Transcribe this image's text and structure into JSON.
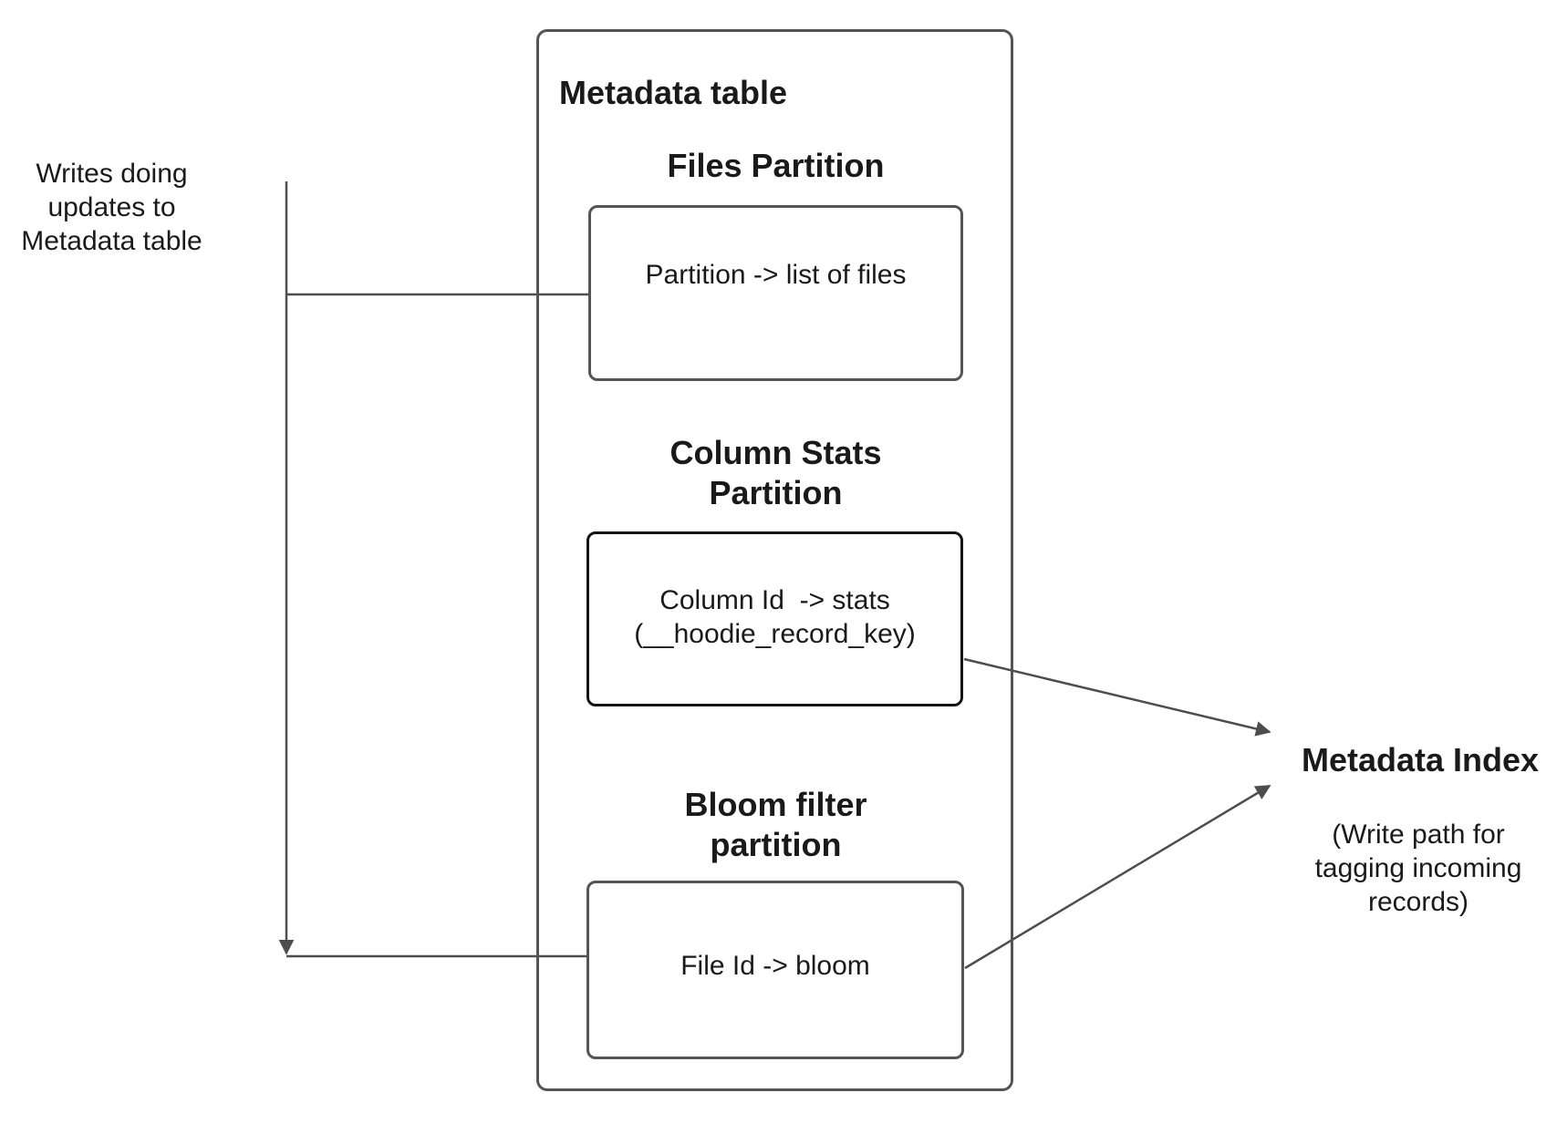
{
  "colors": {
    "text": "#1a1a1a",
    "line": "#4d4d4d",
    "border": "#545454",
    "border_dark": "#141414",
    "background": "#ffffff"
  },
  "left_note": {
    "text": "Writes doing\nupdates to\nMetadata table"
  },
  "metadata_table": {
    "title": "Metadata table",
    "sections": {
      "files": {
        "title": "Files Partition",
        "body": "Partition -> list of files"
      },
      "column_stats": {
        "title": "Column Stats\nPartition",
        "body": "Column Id  -> stats\n(__hoodie_record_key)"
      },
      "bloom": {
        "title": "Bloom filter\npartition",
        "body": "File Id -> bloom"
      }
    }
  },
  "metadata_index": {
    "title": "Metadata Index",
    "subtitle": "(Write path for\ntagging incoming\nrecords)"
  },
  "connectors": [
    {
      "name": "writes-connector-line",
      "from": "writes-note",
      "to": "bloom-row",
      "type": "arrow-down"
    },
    {
      "name": "writes-to-files-line",
      "from": "writes-connector-line",
      "to": "files-partition-box",
      "type": "line"
    },
    {
      "name": "writes-to-bloom-line",
      "from": "writes-connector-line",
      "to": "bloom-filter-box",
      "type": "line"
    },
    {
      "name": "stats-to-index-arrow",
      "from": "column-stats-box",
      "to": "metadata-index",
      "type": "arrow"
    },
    {
      "name": "bloom-to-index-arrow",
      "from": "bloom-filter-box",
      "to": "metadata-index",
      "type": "arrow"
    }
  ]
}
